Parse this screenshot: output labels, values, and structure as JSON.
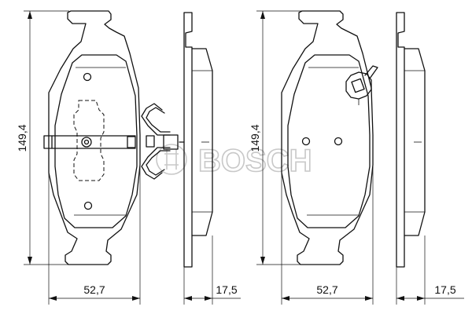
{
  "watermark": {
    "brand": "BOSCH"
  },
  "dimensions": {
    "pad1_height": "149,4",
    "pad1_width": "52,7",
    "pad1_thickness": "17,5",
    "pad2_height": "149,4",
    "pad2_width": "52,7",
    "pad2_thickness": "17,5"
  },
  "colors": {
    "line": "#111111",
    "watermark": "#c8c8c8",
    "background": "#ffffff"
  }
}
